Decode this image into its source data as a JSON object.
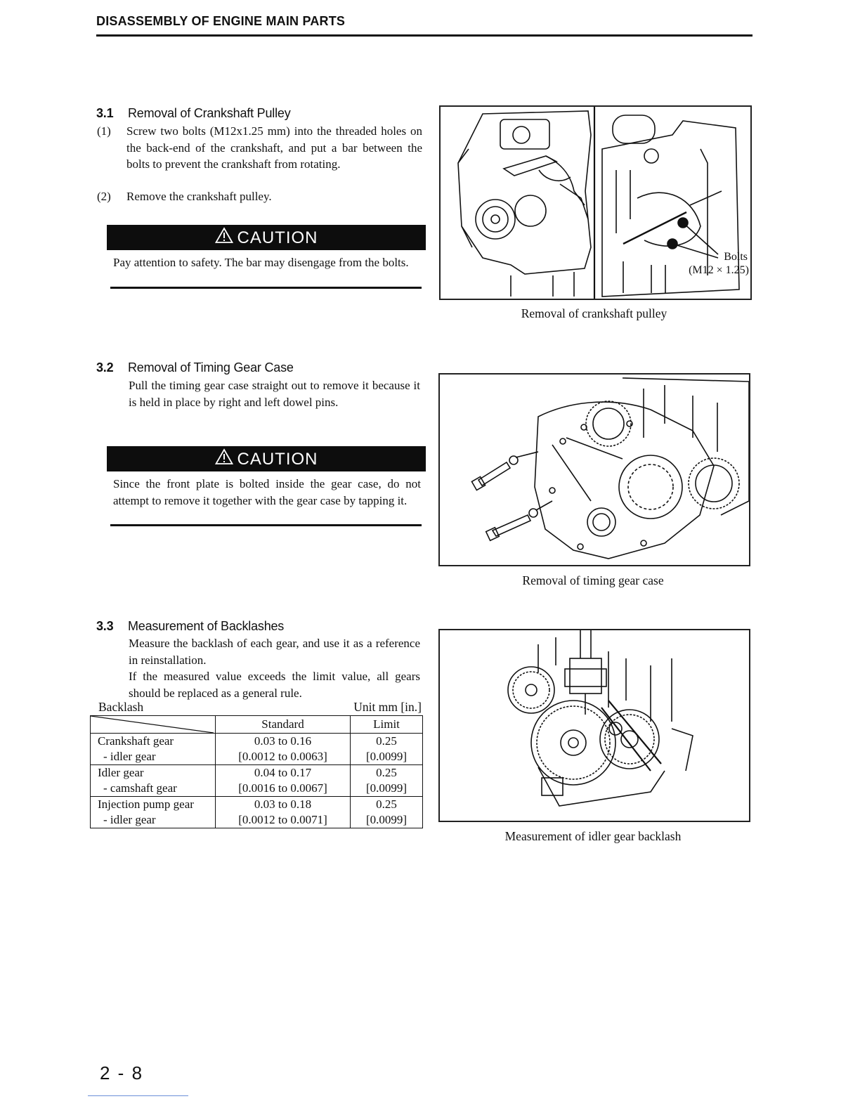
{
  "header": {
    "title": "DISASSEMBLY OF ENGINE MAIN PARTS"
  },
  "sections": {
    "s31": {
      "number": "3.1",
      "title": "Removal of Crankshaft Pulley",
      "items": [
        {
          "mark": "(1)",
          "text": "Screw two bolts (M12x1.25 mm) into the threaded holes on the back-end of the crankshaft, and put a bar between the bolts to prevent the crankshaft from rotating."
        },
        {
          "mark": "(2)",
          "text": "Remove the crankshaft pulley."
        }
      ],
      "caution_label": "CAUTION",
      "caution_text": "Pay attention to safety. The bar may disengage from the bolts.",
      "figure_caption": "Removal of crankshaft pulley",
      "figure_label_bolts": "Bolts",
      "figure_label_size": "(M12 × 1.25)"
    },
    "s32": {
      "number": "3.2",
      "title": "Removal of Timing Gear Case",
      "text": "Pull the timing gear case straight out to remove it because it is held in place by right and left dowel pins.",
      "caution_label": "CAUTION",
      "caution_text": "Since the front plate is bolted inside the gear case, do not attempt to remove it together with the gear case by tapping it.",
      "figure_caption": "Removal of timing gear case"
    },
    "s33": {
      "number": "3.3",
      "title": "Measurement of Backlashes",
      "para1": "Measure the backlash of each gear, and use it as a reference in reinstallation.",
      "para2": "If the measured value exceeds the limit value, all gears should be replaced as a general rule.",
      "figure_caption": "Measurement of idler gear backlash"
    }
  },
  "backlash_table": {
    "label": "Backlash",
    "unit": "Unit mm [in.]",
    "col_standard": "Standard",
    "col_limit": "Limit",
    "rows": [
      {
        "name": "Crankshaft gear",
        "sub": "- idler gear",
        "std": "0.03 to 0.16",
        "std_in": "[0.0012 to 0.0063]",
        "lim": "0.25",
        "lim_in": "[0.0099]"
      },
      {
        "name": "Idler gear",
        "sub": "- camshaft gear",
        "std": "0.04 to 0.17",
        "std_in": "[0.0016 to 0.0067]",
        "lim": "0.25",
        "lim_in": "[0.0099]"
      },
      {
        "name": "Injection pump gear",
        "sub": "- idler gear",
        "std": "0.03 to 0.18",
        "std_in": "[0.0012 to 0.0071]",
        "lim": "0.25",
        "lim_in": "[0.0099]"
      }
    ]
  },
  "footer": {
    "page_number": "2 - 8"
  },
  "icons": {
    "caution": "warning-triangle-icon"
  }
}
